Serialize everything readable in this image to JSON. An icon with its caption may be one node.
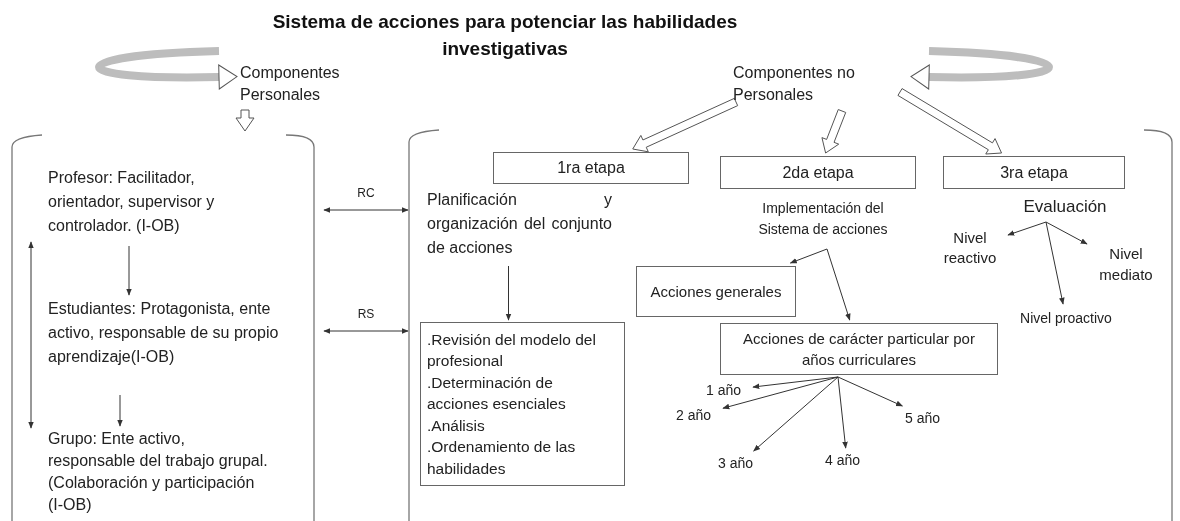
{
  "diagram": {
    "title": "Sistema de acciones para potenciar las habilidades investigativas",
    "nodes": [
      {
        "text": [
          "Componentes Personales"
        ]
      },
      {
        "text": [
          "Componentes no Personales"
        ]
      },
      {
        "text": [],
        "shape": "bracket"
      },
      {
        "text": [
          "Profesor: Facilitador, orientador, supervisor y controlador. (I-OB)"
        ],
        "in": 2
      },
      {
        "text": [
          "Estudiantes: Protagonista, ente activo, responsable de su propio aprendizaje(I-OB)"
        ],
        "in": 2
      },
      {
        "text": [
          "Grupo: Ente activo, responsable del trabajo grupal. (Colaboración y participación (I-OB)"
        ],
        "in": 2
      },
      {
        "text": [],
        "shape": "bracket"
      },
      {
        "text": [
          "1ra etapa"
        ],
        "in": 6
      },
      {
        "text": [
          "Planificación y organización del conjunto de acciones"
        ],
        "in": 6
      },
      {
        "text": [
          ".Revisión del modelo del profesional",
          ".Determinación de acciones esenciales",
          ".Análisis",
          ".Ordenamiento de las habilidades"
        ],
        "in": 6
      },
      {
        "text": [
          "2da etapa"
        ],
        "in": 6
      },
      {
        "text": [
          "Implementación del Sistema de acciones"
        ],
        "in": 6
      },
      {
        "text": [
          "Acciones generales"
        ],
        "in": 6
      },
      {
        "text": [
          "Acciones de carácter particular por años curriculares"
        ],
        "in": 6
      },
      {
        "text": [
          "1 año"
        ],
        "in": 6
      },
      {
        "text": [
          "2 año"
        ],
        "in": 6
      },
      {
        "text": [
          "3 año"
        ],
        "in": 6
      },
      {
        "text": [
          "4 año"
        ],
        "in": 6
      },
      {
        "text": [
          "5 año"
        ],
        "in": 6
      },
      {
        "text": [
          "3ra etapa"
        ],
        "in": 6
      },
      {
        "text": [
          "Evaluación"
        ],
        "in": 6
      },
      {
        "text": [
          "Nivel reactivo"
        ],
        "in": 6
      },
      {
        "text": [
          "Nivel mediato"
        ],
        "in": 6
      },
      {
        "text": [
          "Nivel proactivo"
        ],
        "in": 6
      }
    ],
    "edges": [
      {
        "from": null,
        "to": 0,
        "arrow": "to",
        "style": "thick",
        "color": "#bdbdbd"
      },
      {
        "from": null,
        "to": 1,
        "arrow": "to",
        "style": "thick",
        "color": "#bdbdbd"
      },
      {
        "from": 0,
        "to": 2,
        "arrow": "to",
        "style": "thick"
      },
      {
        "from": 1,
        "to": 7,
        "arrow": "to",
        "style": "thick"
      },
      {
        "from": 1,
        "to": 10,
        "arrow": "to",
        "style": "thick"
      },
      {
        "from": 1,
        "to": 19,
        "arrow": "to",
        "style": "thick"
      },
      {
        "from": 3,
        "to": 4,
        "arrow": "to"
      },
      {
        "from": 4,
        "to": 5,
        "arrow": "to"
      },
      {
        "from": 3,
        "to": 5,
        "arrow": "both"
      },
      {
        "from": 2,
        "to": 6,
        "arrow": "both",
        "label": "RC"
      },
      {
        "from": 2,
        "to": 6,
        "arrow": "both",
        "label": "RS"
      },
      {
        "from": 8,
        "to": 9,
        "arrow": "to"
      },
      {
        "from": 11,
        "to": 12,
        "arrow": "to"
      },
      {
        "from": 11,
        "to": 13,
        "arrow": "to"
      },
      {
        "from": 13,
        "to": 14,
        "arrow": "to"
      },
      {
        "from": 13,
        "to": 15,
        "arrow": "to"
      },
      {
        "from": 13,
        "to": 16,
        "arrow": "to"
      },
      {
        "from": 13,
        "to": 17,
        "arrow": "to"
      },
      {
        "from": 13,
        "to": 18,
        "arrow": "to"
      },
      {
        "from": 20,
        "to": 21,
        "arrow": "to"
      },
      {
        "from": 20,
        "to": 22,
        "arrow": "to"
      },
      {
        "from": 20,
        "to": 23,
        "arrow": "to"
      }
    ]
  }
}
